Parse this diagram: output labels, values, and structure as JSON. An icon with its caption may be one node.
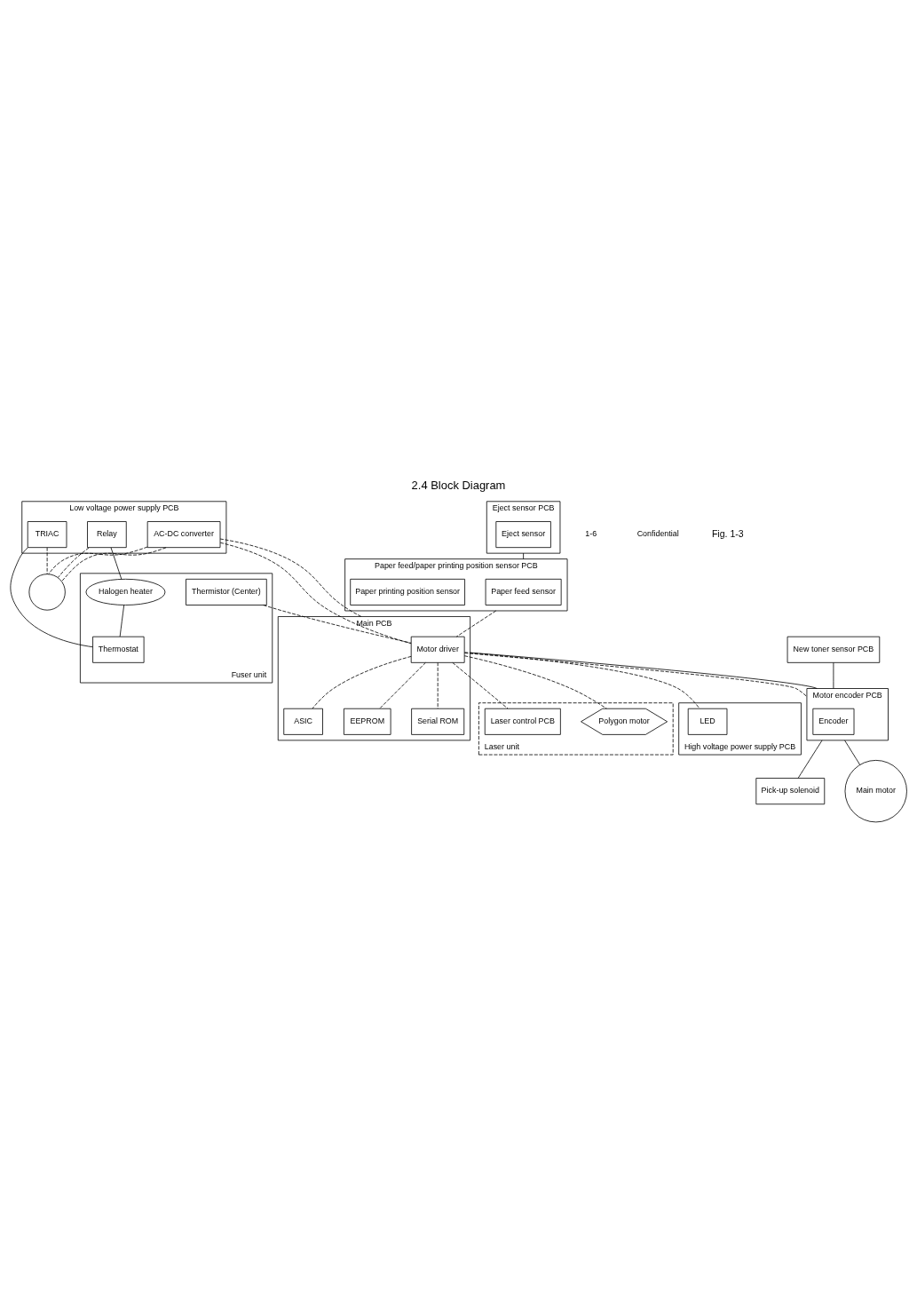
{
  "diagram": {
    "title": "2.4 Block Diagram",
    "caption": "Fig. 1-3",
    "nodes": [
      {
        "text": [
          "Low voltage power supply PCB"
        ]
      },
      {
        "text": [
          "AC-DC converter"
        ],
        "in": 0
      },
      {
        "text": [
          "Relay"
        ],
        "in": 0
      },
      {
        "text": [
          "TRIAC"
        ],
        "in": 0
      },
      {
        "text": [],
        "shape": "circle"
      },
      {
        "text": [
          "Eject sensor PCB"
        ]
      },
      {
        "text": [
          "Eject sensor"
        ],
        "in": 5
      },
      {
        "text": [
          "Paper feed/paper printing position sensor PCB"
        ]
      },
      {
        "text": [
          "Paper feed sensor"
        ],
        "in": 7
      },
      {
        "text": [
          "Paper printing position sensor"
        ],
        "in": 7
      },
      {
        "text": [
          "Fuser unit"
        ]
      },
      {
        "text": [
          "Thermistor (Center)"
        ],
        "in": 10
      },
      {
        "text": [
          "Halogen heater"
        ],
        "in": 10
      },
      {
        "text": [
          "Thermostat"
        ],
        "in": 10
      },
      {
        "text": [
          "Main PCB"
        ]
      },
      {
        "text": [
          "Motor driver"
        ],
        "in": 14
      },
      {
        "text": [
          "ASIC"
        ],
        "in": 14
      },
      {
        "text": [
          "EEPROM"
        ],
        "in": 14
      },
      {
        "text": [
          "Serial ROM"
        ],
        "in": 14
      },
      {
        "text": [
          "Laser unit"
        ]
      },
      {
        "text": [
          "Laser control PCB"
        ],
        "in": 19
      },
      {
        "text": [
          "Polygon motor"
        ],
        "in": 19
      },
      {
        "text": [
          "High voltage power supply PCB"
        ]
      },
      {
        "text": [
          "LED"
        ],
        "in": 22
      },
      {
        "text": [
          "New toner sensor PCB"
        ]
      },
      {
        "text": [
          "Motor encoder PCB"
        ]
      },
      {
        "text": [
          "Encoder"
        ],
        "in": 25
      },
      {
        "text": [
          "Pick-up solenoid"
        ]
      },
      {
        "text": [
          "Main motor"
        ]
      }
    ],
    "edges": [
      {
        "from": 1,
        "to": 4,
        "arrow": "none",
        "style": "dashed"
      },
      {
        "from": 1,
        "to": 4,
        "arrow": "none",
        "style": "dashed"
      },
      {
        "from": 2,
        "to": 4,
        "arrow": "none",
        "style": "dashed"
      },
      {
        "from": 3,
        "to": 4,
        "arrow": "none",
        "style": "dashed"
      },
      {
        "from": 1,
        "to": 15,
        "arrow": "none",
        "style": "dashed"
      },
      {
        "from": 1,
        "to": 14,
        "arrow": "none",
        "style": "dashed"
      },
      {
        "from": 2,
        "to": 12,
        "arrow": "none"
      },
      {
        "from": 3,
        "to": 13,
        "arrow": "none"
      },
      {
        "from": 12,
        "to": 13,
        "arrow": "none"
      },
      {
        "from": 5,
        "to": 7,
        "arrow": "none"
      },
      {
        "from": 7,
        "to": 15,
        "arrow": "none",
        "style": "dashed"
      },
      {
        "from": 11,
        "to": 15,
        "arrow": "none",
        "style": "dashed"
      },
      {
        "from": 15,
        "to": 16,
        "arrow": "none",
        "style": "dashed"
      },
      {
        "from": 15,
        "to": 17,
        "arrow": "none",
        "style": "dashed"
      },
      {
        "from": 15,
        "to": 18,
        "arrow": "none",
        "style": "dashed"
      },
      {
        "from": 15,
        "to": 20,
        "arrow": "none",
        "style": "dashed"
      },
      {
        "from": 15,
        "to": 21,
        "arrow": "none",
        "style": "dashed"
      },
      {
        "from": 15,
        "to": 23,
        "arrow": "none",
        "style": "dashed"
      },
      {
        "from": 15,
        "to": 25,
        "arrow": "none",
        "style": "dashed"
      },
      {
        "from": 14,
        "to": 25,
        "arrow": "none"
      },
      {
        "from": 24,
        "to": 25,
        "arrow": "none"
      },
      {
        "from": 25,
        "to": 27,
        "arrow": "none"
      },
      {
        "from": 25,
        "to": 28,
        "arrow": "none"
      }
    ],
    "labels": [
      "1-6",
      "Confidential"
    ]
  }
}
